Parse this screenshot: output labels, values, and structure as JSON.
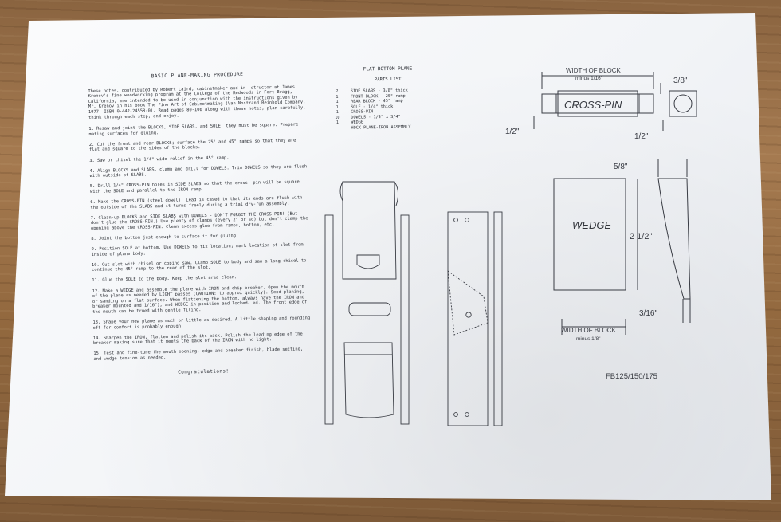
{
  "document": {
    "title": "BASIC PLANE-MAKING PROCEDURE",
    "intro": "These notes, contributed by Robert Laird, cabinetmaker and in- structor at James Krenov's fine woodworking program at the College of the Redwoods in Fort Bragg, California, are intended to be used in conjunction with the instructions given by Mr. Krenov in his book The Fine Art of Cabinetmaking (Van Nostrand Reinhold Company, 1977, ISBN 0-442-24558-0). Read pages 80-106 along with these notes, plan carefully, think through each step, and enjoy.",
    "steps": [
      "1. Resaw and joint the BLOCKS, SIDE SLABS, and SOLE; they must be square. Prepare mating surfaces for gluing.",
      "2. Cut the front and rear BLOCKS; surface the 25° and 45° ramps so that they are flat and square to the sides of the blocks.",
      "3. Saw or chisel the 1/4\" wide relief in the 45° ramp.",
      "4. Align BLOCKS and SLABS, clamp and drill for DOWELS. Trim DOWELS so they are flush with outside of SLABS.",
      "5. Drill 1/4\" CROSS-PIN holes in SIDE SLABS so that the cross- pin will be square with the SOLE and parallel to the IRON ramp.",
      "6. Make the CROSS-PIN (steel dowel). Lead is cased to that its ends are flush with the outside of the SLABS and it turns freely during a trial dry-run assembly.",
      "7. Clean-up BLOCKS and SIDE SLABS with DOWELS - DON'T FORGET THE CROSS-PIN! (But don't glue the CROSS-PIN.) Use plenty of clamps (every 2\" or so) but don't clamp the opening above the CROSS-PIN. Clean excess glue from ramps, bottom, etc.",
      "8. Joint the bottom just enough to surface it for gluing.",
      "9. Position SOLE at bottom. Use DOWELS to fix location; mark location of slot from inside of plane body.",
      "10. Cut slot with chisel or coping saw. Clamp SOLE to body and saw a long chisel to continue the 45° ramp to the rear of the slot.",
      "11. Glue the SOLE to the body. Keep the slot area clean.",
      "12. Make a WEDGE and assemble the plane with IRON and chip breaker. Open the mouth of the plane as needed by LIGHT passes (CAUTION: to approx quickly). Send planing, or sanding on a flat surface. When flattening the bottom, always have the IRON and breaker mounted and 1/16\"), and WEDGE in position and locked- ed. The front edge of the mouth can be trued with gentle filing.",
      "13. Shape your new plane as much or little as desired. A little shaping and rounding off for comfort is probably enough.",
      "14. Sharpen the IRON, flatten and polish its back. Polish the leading edge of the breaker making sure that it meets the back of the IRON with no light.",
      "15. Test and fine-tune the mouth opening, edge and breaker finish, blade setting, and wedge tension as needed."
    ],
    "closing": "Congratulations!"
  },
  "parts_list": {
    "heading": "FLAT-BOTTOM PLANE",
    "subheading": "PARTS LIST",
    "rows": [
      {
        "qty": "2",
        "item": "SIDE SLABS - 3/8\" thick"
      },
      {
        "qty": "1",
        "item": "FRONT BLOCK - 25° ramp"
      },
      {
        "qty": "1",
        "item": "REAR BLOCK - 45° ramp"
      },
      {
        "qty": "1",
        "item": "SOLE - 1/4\" thick"
      },
      {
        "qty": "1",
        "item": "CROSS-PIN"
      },
      {
        "qty": "10",
        "item": "DOWELS - 1/4\" x 3/4\""
      },
      {
        "qty": "1",
        "item": "WEDGE"
      },
      {
        "qty": "",
        "item": "HOCK PLANE-IRON ASSEMBLY"
      }
    ]
  },
  "cross_pin_detail": {
    "top_label_line1": "WIDTH OF BLOCK",
    "top_label_line2": "minus 1/16\"",
    "part_label": "CROSS-PIN",
    "dim_right": "3/8\"",
    "dim_left": "1/2\"",
    "dim_bottom": "1/2\""
  },
  "wedge_detail": {
    "dim_top": "5/8\"",
    "part_label": "WEDGE",
    "dim_height": "2 1/2\"",
    "dim_bottom_right": "3/16\"",
    "bottom_label_line1": "WIDTH OF BLOCK",
    "bottom_label_line2": "minus 1/8\""
  },
  "drawing_code": "FB125/150/175"
}
